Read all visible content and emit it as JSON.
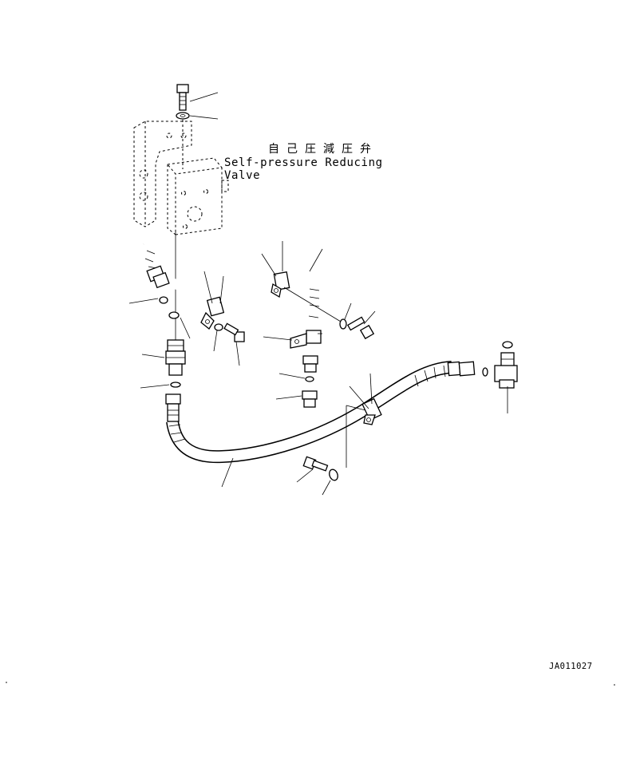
{
  "diagram": {
    "title_cn": "自己圧減圧弁",
    "title_en": "Self-pressure Reducing Valve",
    "drawing_code": "JA011027",
    "components": [
      {
        "icon": "bolt-icon"
      },
      {
        "icon": "washer-icon"
      },
      {
        "icon": "bracket-icon"
      },
      {
        "icon": "valve-block-icon"
      },
      {
        "icon": "hose-icon"
      },
      {
        "icon": "clamp-icon"
      },
      {
        "icon": "o-ring-icon"
      },
      {
        "icon": "adapter-icon"
      },
      {
        "icon": "elbow-fitting-icon"
      }
    ]
  }
}
